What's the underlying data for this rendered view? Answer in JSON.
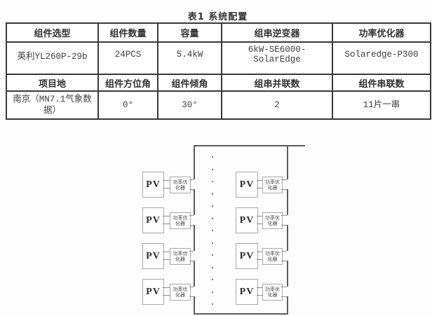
{
  "title": "表1 系统配置",
  "table": {
    "border_color": "#3a3a3a",
    "rows": [
      {
        "type": "header",
        "cells": [
          "组件选型",
          "组件数量",
          "容量",
          "组串逆变器",
          "功率优化器"
        ]
      },
      {
        "type": "data",
        "cells": [
          "英利YL260P-29b",
          "24PCS",
          "5.4kW",
          "6kW-SE6000-SolarEdge",
          "Solaredge-P300"
        ]
      },
      {
        "type": "header",
        "cells": [
          "项目地",
          "组件方位角",
          "组件倾角",
          "组串并联数",
          "组件串联数"
        ]
      },
      {
        "type": "data",
        "cells": [
          "南京（MN7.1气象数据）",
          "0°",
          "30°",
          "2",
          "11片一串"
        ]
      }
    ]
  },
  "diagram": {
    "pv_label": "PV",
    "optimizer_label_lines": [
      "功率优",
      "化器"
    ],
    "pv_units_per_column": 4,
    "columns": 2,
    "ellipsis_dot_count": 13,
    "colors": {
      "bus_line": "#5c5c5c",
      "wire": "#8f8f8f",
      "box_border": "#a8a8a8",
      "text": "#2e2e2e"
    }
  }
}
